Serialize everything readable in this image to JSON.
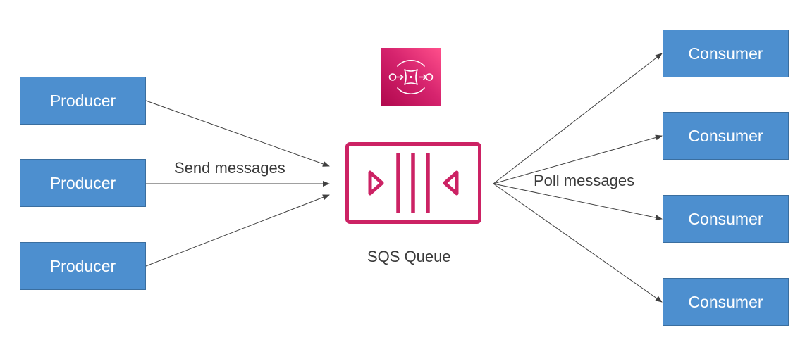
{
  "producers": [
    {
      "label": "Producer"
    },
    {
      "label": "Producer"
    },
    {
      "label": "Producer"
    }
  ],
  "consumers": [
    {
      "label": "Consumer"
    },
    {
      "label": "Consumer"
    },
    {
      "label": "Consumer"
    },
    {
      "label": "Consumer"
    }
  ],
  "send_label": "Send messages",
  "poll_label": "Poll messages",
  "queue_label": "SQS Queue",
  "icons": {
    "service": "sqs-service-icon",
    "queue": "queue-icon"
  },
  "colors": {
    "box_fill": "#4d8fcf",
    "box_border": "#3a6e9f",
    "queue_accent": "#cc2264",
    "arrow": "#404040"
  }
}
